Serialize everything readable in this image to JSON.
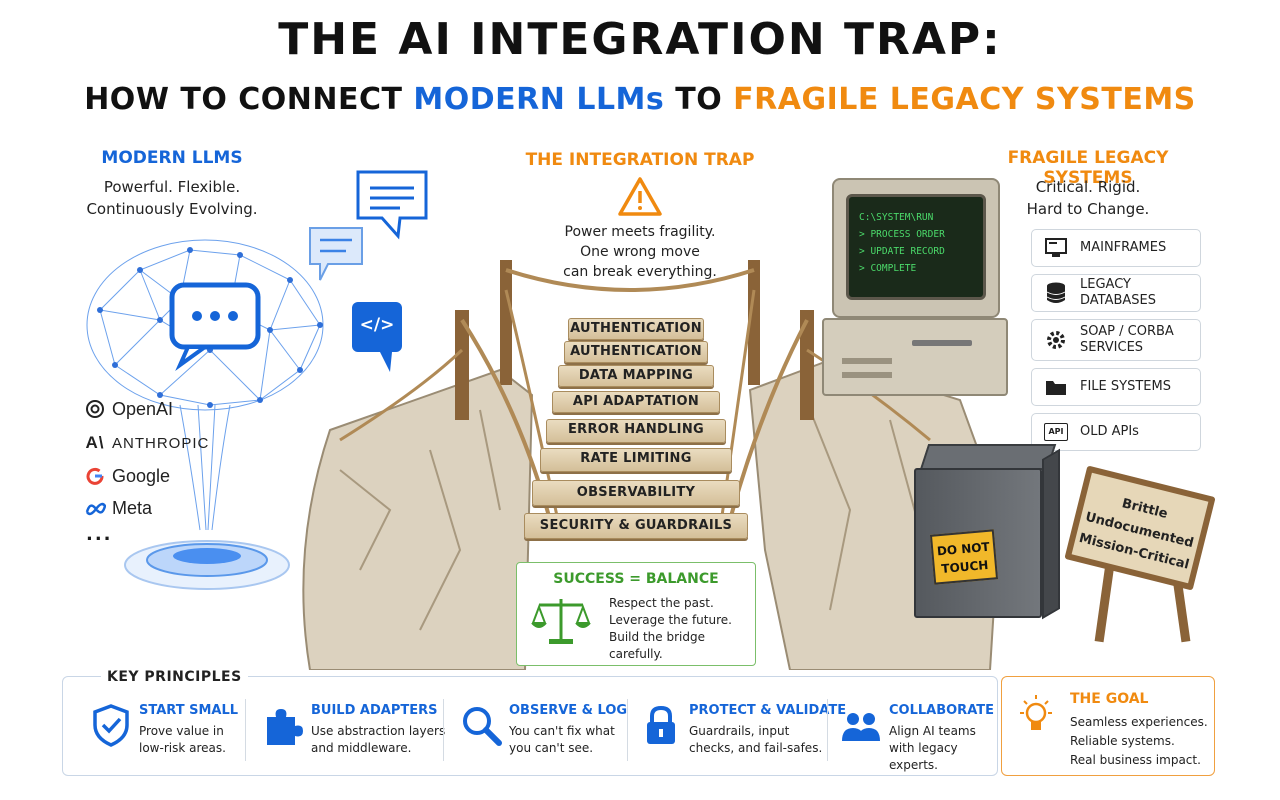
{
  "title": {
    "line1": "THE AI INTEGRATION TRAP:",
    "line2_pre": "HOW TO CONNECT ",
    "line2_blue": "MODERN LLMs",
    "line2_mid": " TO ",
    "line2_orange": "FRAGILE LEGACY SYSTEMS"
  },
  "left": {
    "heading": "MODERN LLMS",
    "sub1": "Powerful. Flexible.",
    "sub2": "Continuously Evolving.",
    "brands": [
      {
        "name": "OpenAI",
        "icon": "openai-icon"
      },
      {
        "name": "ANTHROPIC",
        "icon": "anthropic-icon"
      },
      {
        "name": "Google",
        "icon": "google-icon"
      },
      {
        "name": "Meta",
        "icon": "meta-icon"
      }
    ],
    "more": "...",
    "code_glyph": "</>"
  },
  "center": {
    "heading": "THE INTEGRATION TRAP",
    "sub1": "Power meets fragility.",
    "sub2": "One wrong move",
    "sub3": "can break everything.",
    "planks": [
      "AUTHENTICATION",
      "AUTHENTICATION",
      "DATA MAPPING",
      "API ADAPTATION",
      "ERROR HANDLING",
      "RATE LIMITING",
      "OBSERVABILITY",
      "SECURITY & GUARDRAILS"
    ],
    "success": {
      "heading": "SUCCESS = BALANCE",
      "lines": [
        "Respect the past.",
        "Leverage the future.",
        "Build the bridge",
        "carefully."
      ]
    }
  },
  "right": {
    "heading": "FRAGILE LEGACY SYSTEMS",
    "sub1": "Critical. Rigid.",
    "sub2": "Hard to Change.",
    "terminal": [
      "C:\\SYSTEM\\RUN",
      "> PROCESS ORDER",
      "> UPDATE RECORD",
      "> COMPLETE"
    ],
    "items": [
      {
        "label": "MAINFRAMES",
        "icon": "monitor-icon"
      },
      {
        "label": "LEGACY DATABASES",
        "icon": "database-icon"
      },
      {
        "label": "SOAP / CORBA SERVICES",
        "icon": "gear-icon"
      },
      {
        "label": "FILE SYSTEMS",
        "icon": "folder-icon"
      },
      {
        "label": "OLD APIs",
        "icon": "api-icon"
      }
    ],
    "api_glyph": "API",
    "warning_label": [
      "DO NOT",
      "TOUCH"
    ],
    "sign": [
      "Brittle",
      "Undocumented",
      "Mission-Critical"
    ]
  },
  "principles": {
    "heading": "KEY PRINCIPLES",
    "items": [
      {
        "title": "START SMALL",
        "text": "Prove value in low-risk areas.",
        "icon": "shield-check-icon"
      },
      {
        "title": "BUILD ADAPTERS",
        "text": "Use abstraction layers and middleware.",
        "icon": "puzzle-icon"
      },
      {
        "title": "OBSERVE & LOG",
        "text": "You can't fix what you can't see.",
        "icon": "magnifier-icon"
      },
      {
        "title": "PROTECT & VALIDATE",
        "text": "Guardrails, input checks, and fail-safes.",
        "icon": "lock-icon"
      },
      {
        "title": "COLLABORATE",
        "text": "Align AI teams with legacy experts.",
        "icon": "team-icon"
      }
    ]
  },
  "goal": {
    "heading": "THE GOAL",
    "lines": [
      "Seamless experiences.",
      "Reliable systems.",
      "Real business impact."
    ]
  },
  "colors": {
    "blue": "#1565d8",
    "orange": "#f08a10",
    "green": "#3c9a2c"
  }
}
